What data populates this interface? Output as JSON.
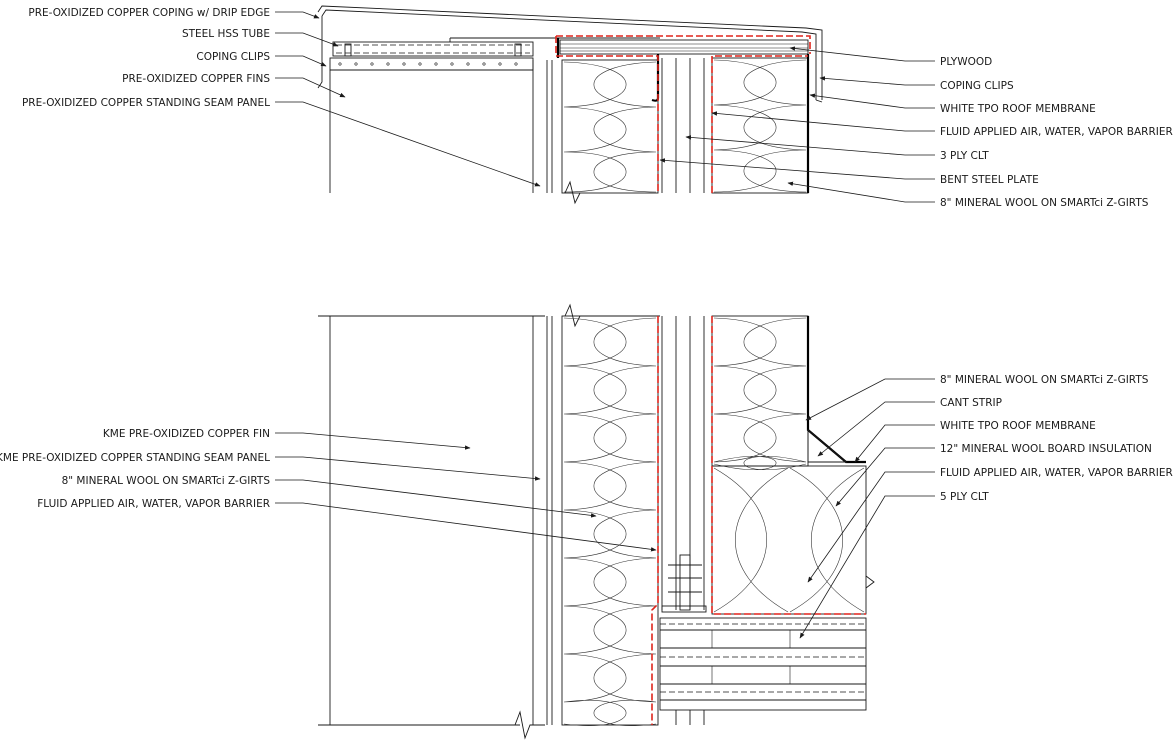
{
  "colors": {
    "membrane_dashed": "#e0241b",
    "linework": "#1a1a1a"
  },
  "top_detail": {
    "left_labels": [
      "PRE-OXIDIZED COPPER COPING w/ DRIP EDGE",
      "STEEL HSS TUBE",
      "COPING CLIPS",
      "PRE-OXIDIZED COPPER FINS",
      "PRE-OXIDIZED COPPER STANDING SEAM PANEL"
    ],
    "right_labels": [
      "PLYWOOD",
      "COPING CLIPS",
      "WHITE TPO ROOF MEMBRANE",
      "FLUID APPLIED AIR, WATER, VAPOR BARRIER",
      "3 PLY CLT",
      "BENT STEEL PLATE",
      "8\" MINERAL WOOL ON SMARTci Z-GIRTS"
    ]
  },
  "bottom_detail": {
    "left_labels": [
      "KME PRE-OXIDIZED COPPER FIN",
      "KME PRE-OXIDIZED COPPER STANDING SEAM PANEL",
      "8\" MINERAL WOOL ON SMARTci Z-GIRTS",
      "FLUID APPLIED AIR, WATER, VAPOR BARRIER"
    ],
    "right_labels": [
      "8\" MINERAL WOOL ON SMARTci Z-GIRTS",
      "CANT STRIP",
      "WHITE TPO ROOF MEMBRANE",
      "12\" MINERAL WOOL BOARD INSULATION",
      "FLUID APPLIED AIR, WATER, VAPOR BARRIER",
      "5 PLY CLT"
    ]
  }
}
